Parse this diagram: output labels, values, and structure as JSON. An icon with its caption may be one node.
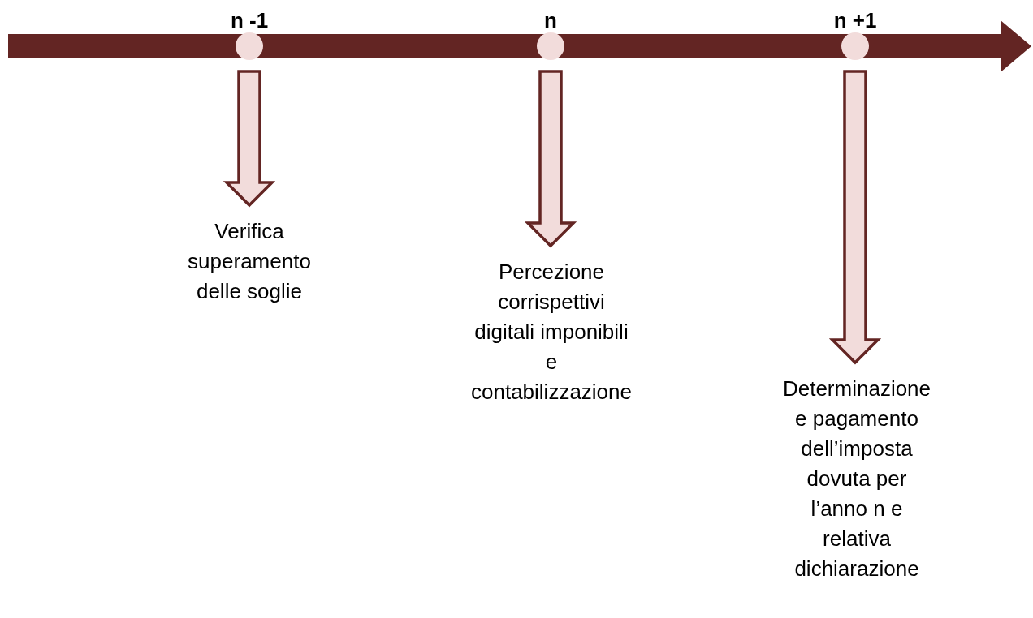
{
  "diagram": {
    "nodes": [
      {
        "text": [
          "n -1"
        ]
      },
      {
        "text": [
          "n"
        ]
      },
      {
        "text": [
          "n +1"
        ]
      },
      {
        "text": [
          "Verifica superamento delle soglie"
        ]
      },
      {
        "text": [
          "Percezione corrispettivi digitali imponibili e contabilizzazione"
        ]
      },
      {
        "text": [
          "Determinazione e pagamento dell’imposta dovuta per l’anno n e relativa dichiarazione"
        ]
      }
    ],
    "edges": [
      {
        "from": 0,
        "to": 3,
        "arrow": "to",
        "style": "thick"
      },
      {
        "from": 1,
        "to": 4,
        "arrow": "to",
        "style": "thick"
      },
      {
        "from": 2,
        "to": 5,
        "arrow": "to",
        "style": "thick"
      }
    ]
  }
}
